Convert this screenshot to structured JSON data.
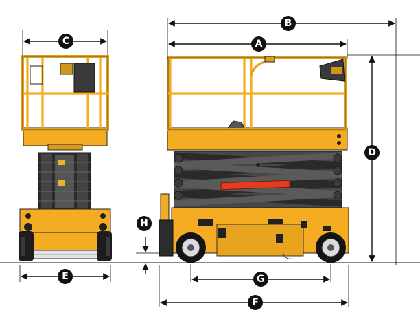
{
  "colors": {
    "machine_yellow": "#F4AC22",
    "scissor_gray": "#3E3E3E",
    "label_red": "#E23D1E",
    "dimension_black": "#111111"
  },
  "views": [
    "front-view",
    "side-view"
  ],
  "dimension_labels": {
    "a": "A",
    "b": "B",
    "c": "C",
    "d": "D",
    "e": "E",
    "f": "F",
    "g": "G",
    "h": "H"
  }
}
